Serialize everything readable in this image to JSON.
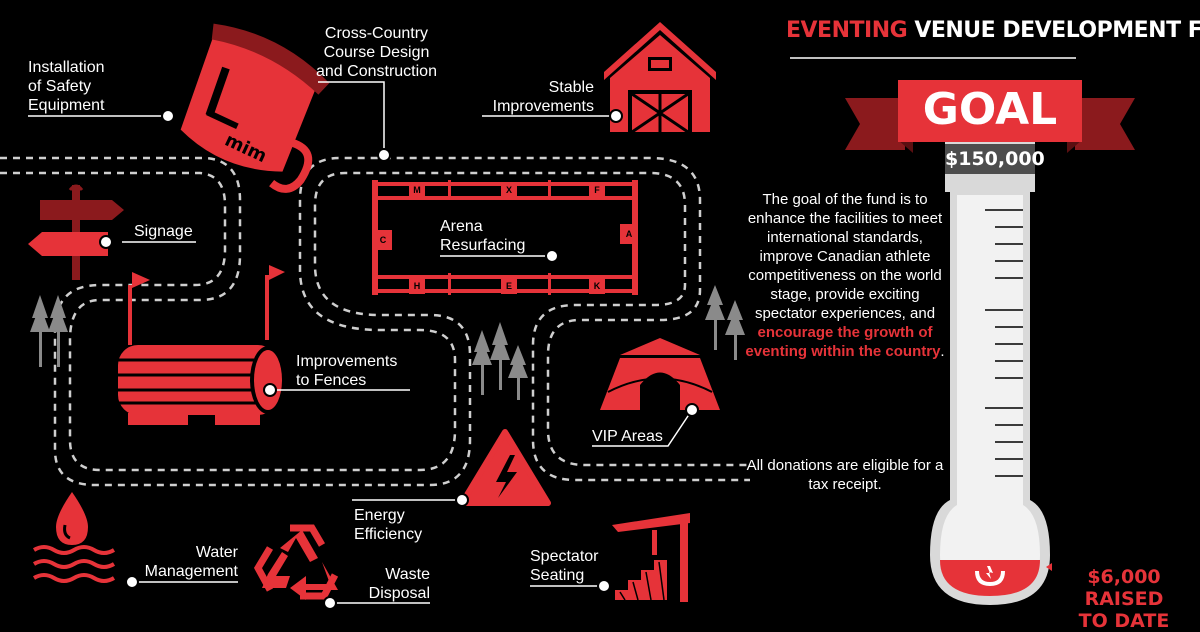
{
  "header": {
    "title_accent": "EVENTING",
    "title_rest": " VENUE DEVELOPMENT FUND"
  },
  "goal": {
    "label": "GOAL",
    "amount": "$150,000",
    "raised_line1": "$6,000 RAISED",
    "raised_line2": "TO DATE",
    "raised_fraction": 0.04
  },
  "description": {
    "main_part1": "The goal of the fund is to enhance the facilities to meet international standards, improve Canadian athlete competitiveness on the world stage, provide exciting spectator experiences, and ",
    "main_highlight": "encourage the growth of eventing within the country",
    "main_end": ".",
    "tax": "All donations are eligible for a tax receipt."
  },
  "items": {
    "safety": [
      "Installation",
      "of Safety",
      "Equipment"
    ],
    "course": [
      "Cross-Country",
      "Course Design",
      "and Construction"
    ],
    "stable": [
      "Stable",
      "Improvements"
    ],
    "signage": [
      "Signage"
    ],
    "arena": [
      "Arena",
      "Resurfacing"
    ],
    "fences": [
      "Improvements",
      "to Fences"
    ],
    "vip": [
      "VIP Areas"
    ],
    "energy": [
      "Energy",
      "Efficiency"
    ],
    "water": [
      "Water",
      "Management"
    ],
    "waste": [
      "Waste",
      "Disposal"
    ],
    "seating": [
      "Spectator",
      "Seating"
    ]
  },
  "arena_letters": {
    "top": [
      "M",
      "X",
      "F"
    ],
    "bottom": [
      "H",
      "E",
      "K"
    ],
    "left": "C",
    "right": "A"
  },
  "helmet_text": "mim",
  "colors": {
    "accent": "#e63339",
    "dark_red": "#8b1a1d",
    "background": "#000000",
    "grey": "#9a9a9a"
  }
}
